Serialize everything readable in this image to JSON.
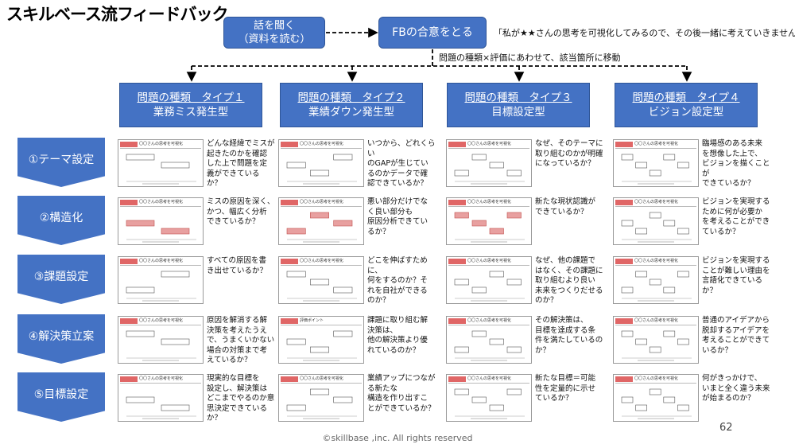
{
  "title": "スキルベース流フィードバック",
  "top": {
    "listen_line1": "話を聞く",
    "listen_line2": "（資料を読む）",
    "agree": "FBの合意をとる",
    "quote": "「私が★★さんの思考を可視化してみるので、その後一緒に考えていきませんか？」",
    "route_note": "問題の種類×評価にあわせて、該当箇所に移動"
  },
  "types": [
    {
      "line1": "問題の種類　タイプ１",
      "line2": "業務ミス発生型"
    },
    {
      "line1": "問題の種類　タイプ２",
      "line2": "業績ダウン発生型"
    },
    {
      "line1": "問題の種類　タイプ３",
      "line2": "目標設定型"
    },
    {
      "line1": "問題の種類　タイプ４",
      "line2": "ビジョン設定型"
    }
  ],
  "steps": [
    {
      "label": "①テーマ設定",
      "cells": [
        {
          "text": "どんな経緯でミスが\n起きたのかを確認\nした上で問題を定\n義ができている\nか？",
          "slide_title": "〇〇さんの思考を可視化"
        },
        {
          "text": "いつから、どれくらい\nのGAPが生じてい\nるのかデータで確\n認できているか？",
          "slide_title": "〇〇さんの思考を可視化"
        },
        {
          "text": "なぜ、そのテーマに\n取り組むのかが明確\nになっているか？",
          "slide_title": "〇〇さんの思考を可視化"
        },
        {
          "text": "臨場感のある未来\nを想像した上で、\nビジョンを描くことが\nできているか？",
          "slide_title": "〇〇さんの思考を可視化"
        }
      ]
    },
    {
      "label": "②構造化",
      "cells": [
        {
          "text": "ミスの原因を深く、\nかつ、幅広く分析\nできているか？",
          "slide_title": "〇〇さんの思考を可視化"
        },
        {
          "text": "悪い部分だけでな\nく良い部分も\n原因分析できてい\nるか？",
          "slide_title": "〇〇さんの思考を可視化"
        },
        {
          "text": "新たな現状認識が\nできているか？",
          "slide_title": "〇〇さんの思考を可視化"
        },
        {
          "text": "ビジョンを実現する\nために何が必要か\nを考えることができ\nているか？",
          "slide_title": "〇〇さんの思考を可視化"
        }
      ]
    },
    {
      "label": "③課題設定",
      "cells": [
        {
          "text": "すべての原因を書\nき出せているか？",
          "slide_title": "〇〇さんの思考を可視化"
        },
        {
          "text": "どこを伸ばすために、\n何をするのか？そ\nれを自社ができる\nのか？",
          "slide_title": "〇〇さんの思考を可視化"
        },
        {
          "text": "なぜ、他の課題で\nはなく、その課題に\n取り組むより良い\n未来をつくりだせる\nのか？",
          "slide_title": "〇〇さんの思考を可視化"
        },
        {
          "text": "ビジョンを実現する\nことが難しい理由を\n言語化できている\nか？",
          "slide_title": "〇〇さんの思考を可視化"
        }
      ]
    },
    {
      "label": "④解決策立案",
      "cells": [
        {
          "text": "原因を解消する解\n決策を考えたうえ\nで、うまくいかない\n場合の対策まで考\nえているか？",
          "slide_title": "〇〇さんの思考を可視化"
        },
        {
          "text": "課題に取り組む解\n決策は、\n他の解決策より優\nれているのか？",
          "slide_title": "評価ポイント"
        },
        {
          "text": "その解決策は、\n目標を達成する条\n件を満たしているの\nか？",
          "slide_title": "〇〇さんの思考を可視化"
        },
        {
          "text": "普通のアイデアから\n脱却するアイデアを\n考えることができて\nいるか？",
          "slide_title": "〇〇さんの思考を可視化"
        }
      ]
    },
    {
      "label": "⑤目標設定",
      "cells": [
        {
          "text": "現実的な目標を\n設定し、解決策は\nどこまでやるのか意\n思決定できている\nか？",
          "slide_title": "〇〇さんの思考を可視化"
        },
        {
          "text": "業績アップにつなが\nる新たな\n構造を作り出すこ\nとができているか？",
          "slide_title": "〇〇さんの思考を可視化"
        },
        {
          "text": "新たな目標＝可能\n性を定量的に示せ\nているか？",
          "slide_title": "〇〇さんの思考を可視化"
        },
        {
          "text": "何がきっかけで、\nいまと全く違う未来\nが始まるのか？",
          "slide_title": "〇〇さんの思考を可視化"
        }
      ]
    }
  ],
  "footer": {
    "copyright": "©skillbase ,inc. All rights reserved",
    "page": "62"
  },
  "colors": {
    "accent_blue": "#4472c4",
    "border_blue": "#2f5597",
    "slide_tag": "#e06666"
  }
}
